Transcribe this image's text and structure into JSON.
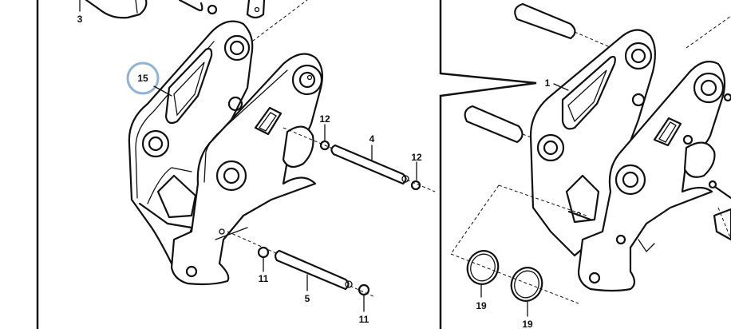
{
  "callouts": {
    "c3": "3",
    "c15": "15",
    "c12a": "12",
    "c4": "4",
    "c12b": "12",
    "c11a": "11",
    "c5": "5",
    "c11b": "11",
    "c1": "1",
    "c19a": "19",
    "c19b": "19"
  },
  "highlight_color": "#8fb3d6"
}
